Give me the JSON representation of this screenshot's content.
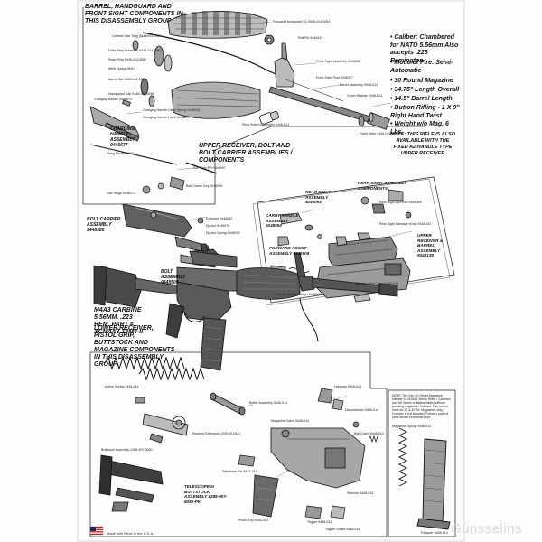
{
  "headings": {
    "barrel_group": "Barrel, Handguard and Front Sight Components in This Disassembly Group",
    "upper_group": "Upper Receiver, Bolt and Bolt Carrier Assemblies / Components",
    "lower_group": "Lower Receiver, Pistol Grip, Buttstock and Magazine Components in This Disassembly Group",
    "carbine_model": "M4A3 Carbine 5.56mm, .223 Rem. Part # XCM4A3 14M4-II"
  },
  "assemblies": {
    "charging": "Charging Handle Assembly 9446677",
    "bolt_carrier": "Bolt Carrier Assembly 9448385",
    "bolt_assembly": "Bolt Assembly 9448509",
    "carry_handle": "Carry Handle Assembly 9248092",
    "rear_sight": "Rear Sight Assembly 9246091",
    "forward_assist": "Forward Assist Assembly 9345908",
    "rear_sight_components": "Rear Sight Assembly Components",
    "upper_receiver": "Upper Receiver & Barrel Assembly 9348138",
    "telescoping": "Telescoping Buttstock Assembly 1285-907-6050-PK"
  },
  "specs": [
    "• Caliber: Chambered for NATO 5.56mm Also accepts .223 Remington",
    "• Mode of Fire: Semi-Automatic",
    "• 30 Round Magazine",
    "• 34.75\" Length Overall",
    "• 14.5\" Barrel Length",
    "• Button Rifling - 1 X 9\" Right Hand Twist",
    "• Weight w/o Mag. 6 Lbs."
  ],
  "note": "NOTE: This Rifle is also available with the Fixed A2 Handle Type Upper Receiver",
  "magazine_note": "NOTE: The Gen 2X Series Magazine follower for M16A1 Series Rifles / Carbines and M4 Series is disassembled without pressing magazine / follower. This can be done for 20 & 30 Rd. Magazines only. Follower is not included. Follower parts of parts shown here must kept.",
  "callouts": {
    "gas_tube": "Carbine Gas Tube 9446-014-0084",
    "handguard": "Forward Handguard 1/2 9446-014-0064",
    "front_sight_assembly": "Front Sight Assembly 9448398",
    "front_sight_post": "Front Sight Post 9446377",
    "roll_pin": "Roll Pin 9446415",
    "delta_ring": "Delta Ring Assembly 9446-014-0087",
    "snap_ring": "Snap Ring 9446-014-0082",
    "weld_spring": "Weld Spring 9440",
    "barrel_nut": "Barrel Nut 9446-014-0092",
    "handguard_cap": "Handguard Cap 9446-014-0086",
    "barrel": "Barrel Assembly 9446-014",
    "flash_hider": "Flash Hider 9446-014-0081",
    "crush_washer": "Crush Washer 9446-014",
    "sling_swivel": "Sling Swivel Assembly 9446-014",
    "charging_handle": "Charging Handle 9446672",
    "latch_spring": "Charging Handle Latch Spring 9446618",
    "charging_latch": "Charging Handle Latch 9446674",
    "bolt_cam_pin": "Bolt Cam Pin 9446097",
    "firing_pin": "Firing Pin 9446066",
    "carrier_key": "Bolt Carrier Key 9446060",
    "extractor": "Extractor 9446082",
    "ejector": "Ejector 9446078",
    "ejector_spring": "Ejector Spring 9446076",
    "gas_ring": "Gas Rings 9446073",
    "forward_plunger": "Forward Assist Plunger 9446152",
    "dust_cover": "Ejection Port Cover 9446-014",
    "rear_sight_aperture": "Rear Sight Aperture 9446068",
    "windage_knob": "Rear Sight Windage Knob 9446-011",
    "buffer": "Buffer Assembly 9446-014",
    "action_spring": "Action Spring 9446-014",
    "receiver_extension": "Receiver Extension 1005-00-9441",
    "buttstock": "Buttstock Assembly 1285-907-6050",
    "trigger": "Trigger 9446-014",
    "hammer": "Hammer 9446-014",
    "disconnector": "Disconnector 9446-014",
    "pistol_grip": "Pistol Grip 9446-014",
    "magazine_catch": "Magazine Catch 9446-014",
    "bolt_catch": "Bolt Catch 9446-014",
    "selector": "Selector 9446-014",
    "takedown_pin": "Takedown Pin 9446-014",
    "trigger_guard": "Trigger Guard 9446-014",
    "magazine": "Magazine Spring 9446-014",
    "follower": "Follower 9446-014"
  },
  "footer": {
    "made_in": "Made with Pride in the U.S.A.",
    "watermark": "Gunsselins"
  }
}
